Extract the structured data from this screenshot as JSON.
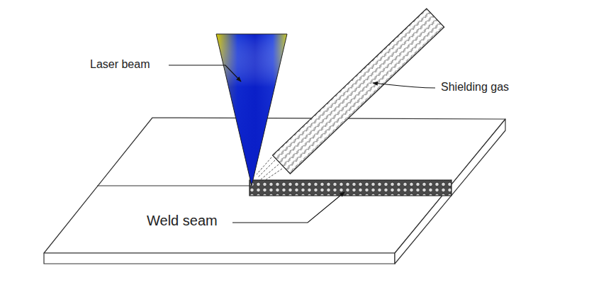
{
  "diagram": {
    "labels": [
      "Laser beam",
      "Shielding gas",
      "Weld seam"
    ]
  }
}
